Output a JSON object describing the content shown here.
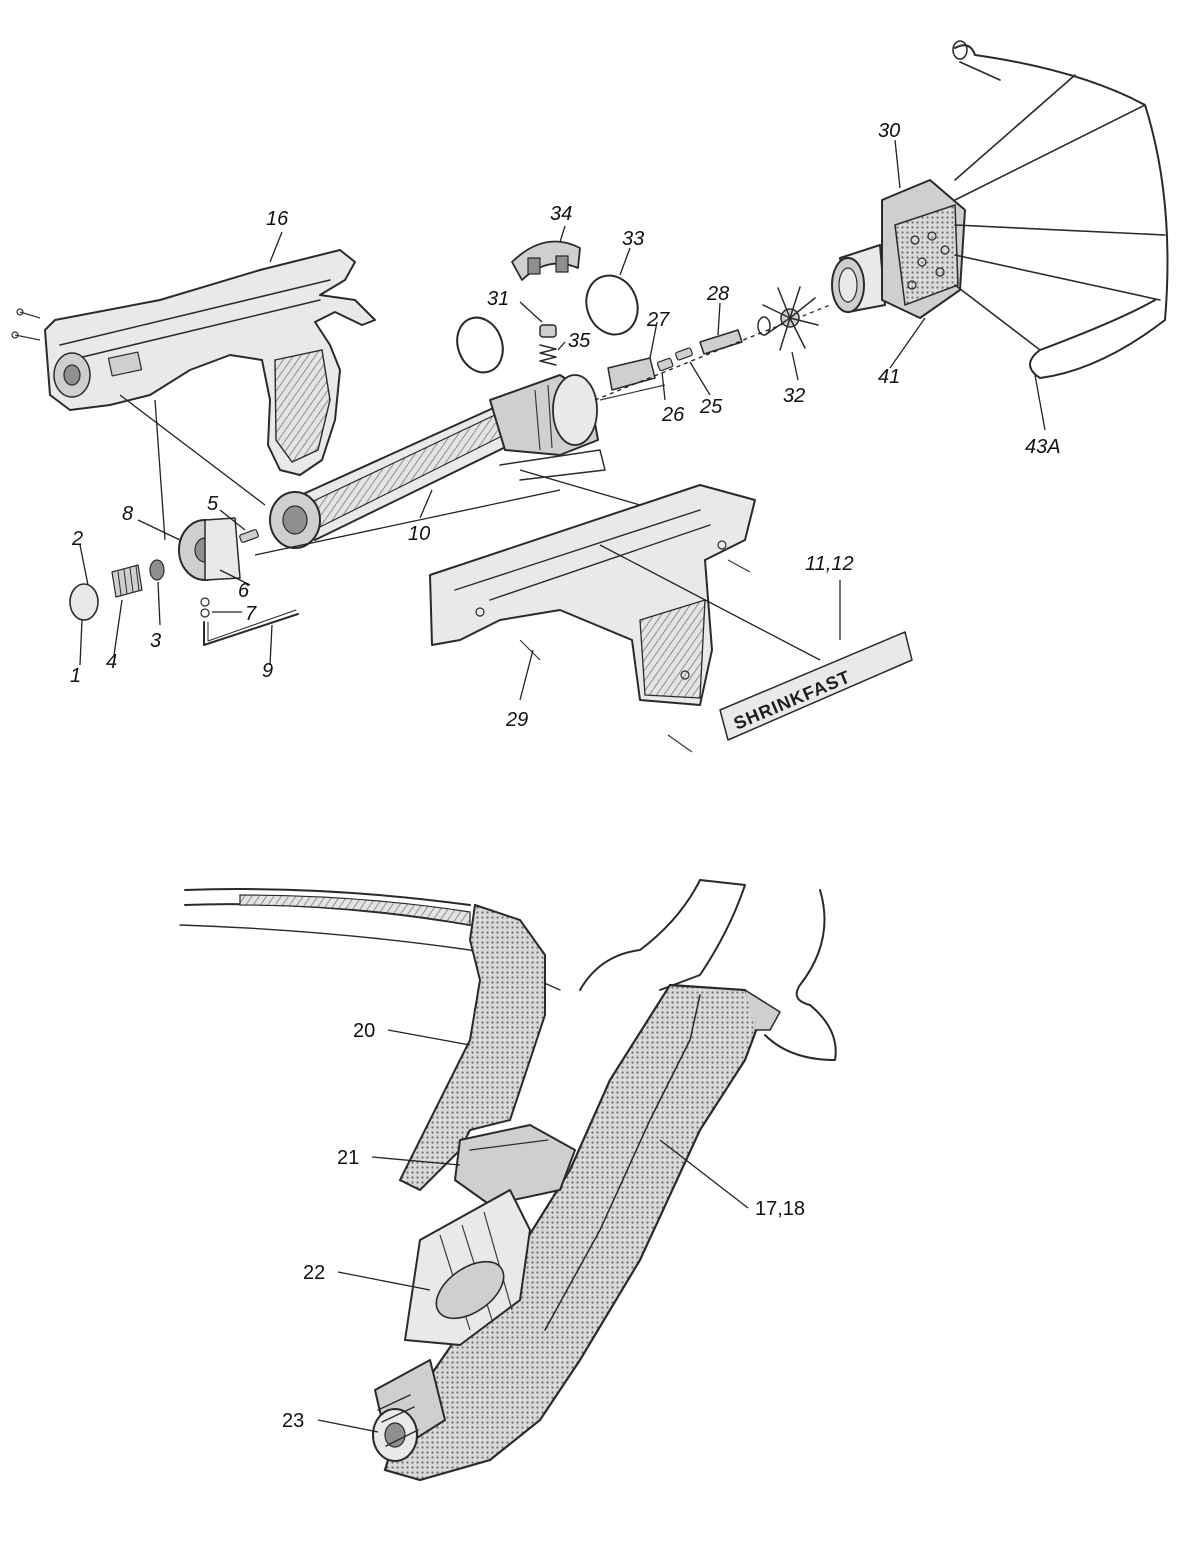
{
  "figure_top": {
    "callouts": {
      "c16": "16",
      "c34": "34",
      "c33": "33",
      "c31": "31",
      "c35": "35",
      "c28": "28",
      "c27": "27",
      "c30": "30",
      "c41": "41",
      "c43a": "43A",
      "c32": "32",
      "c25": "25",
      "c26": "26",
      "c10": "10",
      "c5": "5",
      "c8": "8",
      "c2": "2",
      "c6": "6",
      "c3": "3",
      "c4": "4",
      "c7": "7",
      "c1": "1",
      "c9": "9",
      "c29": "29",
      "c11_12": "11,12"
    },
    "decal_text": "SHRINKFAST"
  },
  "figure_bottom": {
    "callouts": {
      "c20": "20",
      "c21": "21",
      "c17_18": "17,18",
      "c22": "22",
      "c23": "23"
    }
  }
}
